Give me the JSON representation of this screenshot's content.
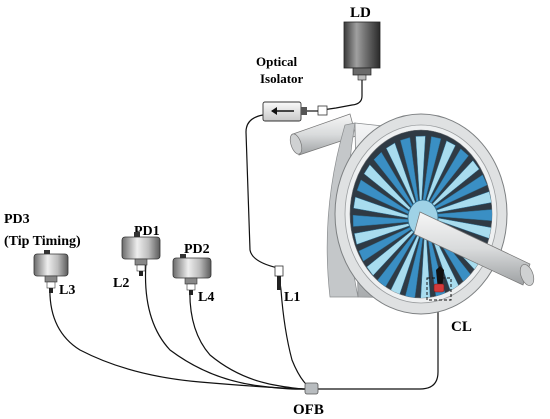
{
  "labels": {
    "ld": "LD",
    "isolator_line1": "Optical",
    "isolator_line2": "Isolator",
    "pd1": "PD1",
    "pd2": "PD2",
    "pd3_line1": "PD3",
    "pd3_line2": "(Tip Timing)",
    "l1": "L1",
    "l2": "L2",
    "l3": "L3",
    "l4": "L4",
    "cl": "CL",
    "ofb": "OFB"
  },
  "colors": {
    "blade_dark": "#3a8fc4",
    "blade_light": "#a8dcee",
    "casing": "#d8dadc",
    "shaft": "#e3e5e6",
    "probe_tip": "#d43a3a",
    "ofb_connector": "#b8bcbf"
  },
  "icons": {
    "ld": "laser-diode-icon",
    "isolator": "optical-isolator-icon",
    "detector": "photodetector-icon",
    "rotor": "rotor-disk-icon",
    "coupler": "fiber-bundle-icon"
  }
}
